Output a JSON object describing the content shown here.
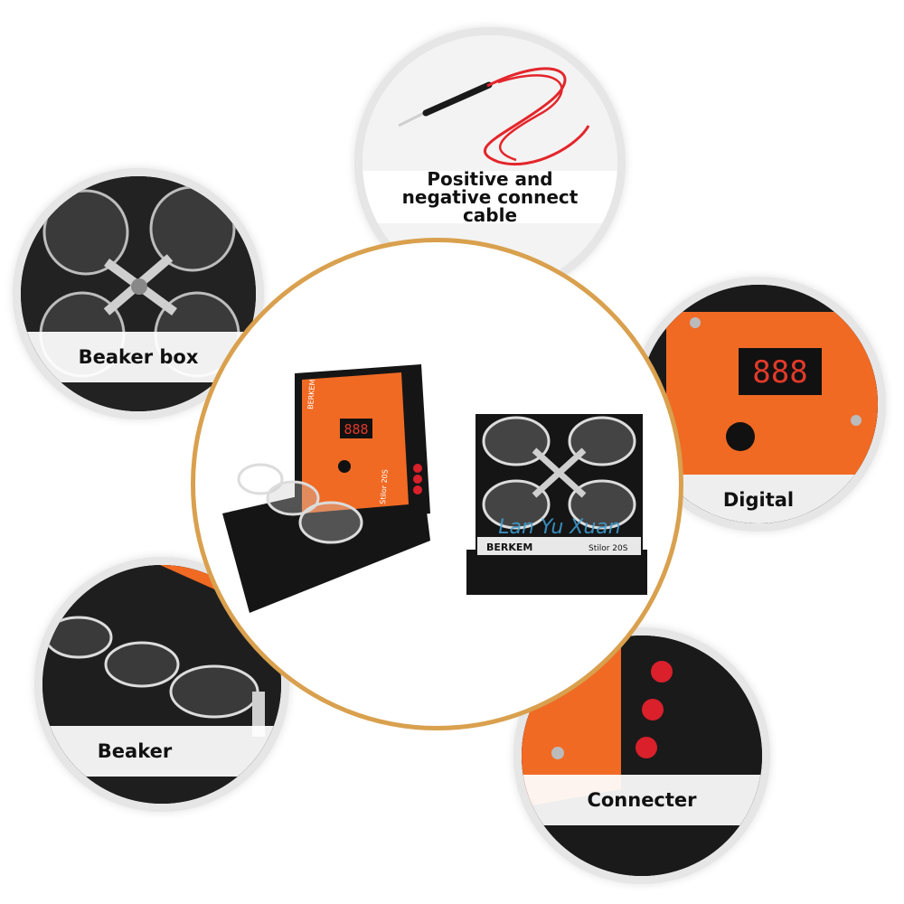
{
  "callouts": {
    "cable": "Positive and negative connect cable",
    "beaker_box": "Beaker box",
    "digital": "Digital",
    "beaker": "Beaker",
    "connecter": "Connecter"
  },
  "product": {
    "brand_left": "BERKEM",
    "brand_right": "BERKEM",
    "model_left": "Stilor 20S",
    "model_right": "Stilor 20S",
    "watermark": "Lan Yu Xuan",
    "display_digits": "888"
  },
  "colors": {
    "ring": "#d9a04e",
    "panel": "#f06a24",
    "cable": "#e3262b",
    "body": "#151515"
  }
}
